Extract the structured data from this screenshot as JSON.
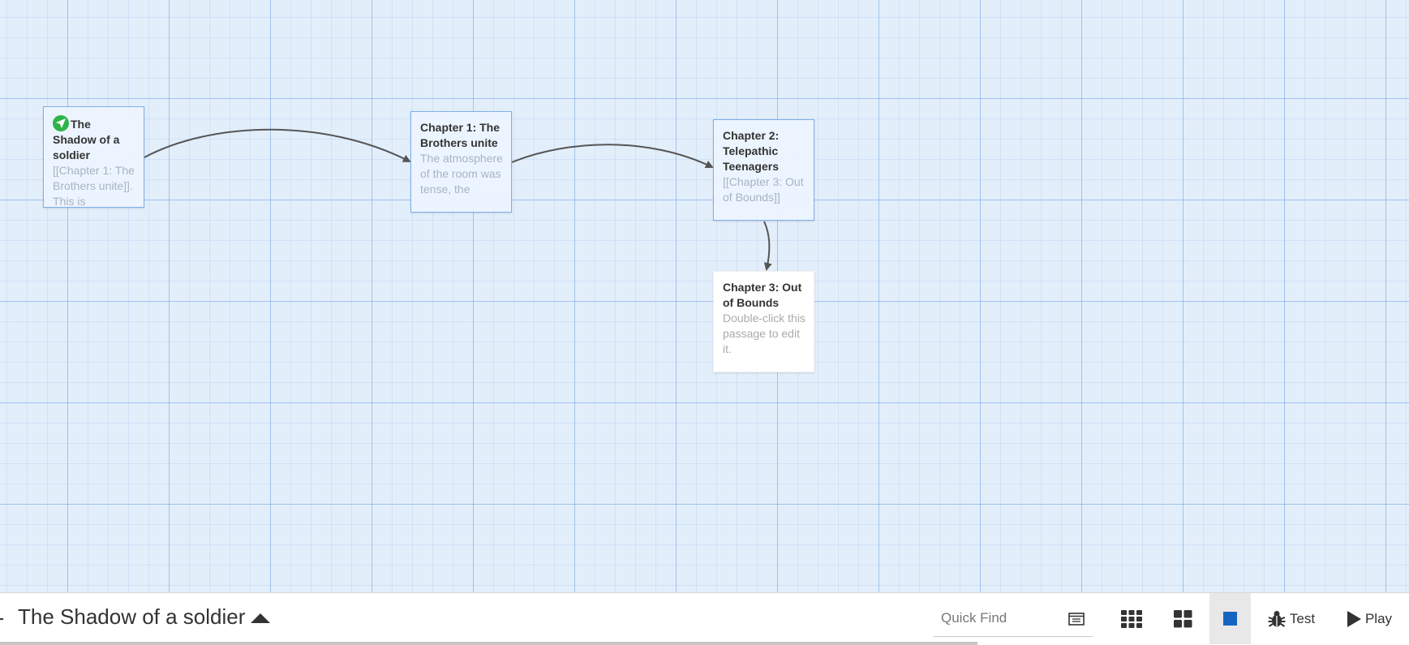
{
  "passages": [
    {
      "id": "p1",
      "title": "The Shadow of a soldier",
      "excerpt": "[[Chapter 1: The Brothers unite]]. This is",
      "is_start": true,
      "highlighted": true
    },
    {
      "id": "p2",
      "title": "Chapter 1: The Brothers unite",
      "excerpt": "The atmosphere of the room was tense, the",
      "is_start": false,
      "highlighted": true
    },
    {
      "id": "p3",
      "title": "Chapter 2: Telepathic Teenagers",
      "excerpt": "[[Chapter 3: Out of Bounds]]",
      "is_start": false,
      "highlighted": true
    },
    {
      "id": "p4",
      "title": "Chapter 3: Out of Bounds",
      "excerpt": "Double-click this passage to edit it.",
      "is_start": false,
      "highlighted": false
    }
  ],
  "links": [
    {
      "from": "p1",
      "to": "p2"
    },
    {
      "from": "p2",
      "to": "p3"
    },
    {
      "from": "p3",
      "to": "p4"
    }
  ],
  "toolbar": {
    "story_title": "The Shadow of a soldier",
    "quick_find_placeholder": "Quick Find",
    "test_label": "Test",
    "play_label": "Play",
    "active_zoom": "largest"
  },
  "colors": {
    "canvas_background": "#e3eefb",
    "passage_border": "#7fb0e6",
    "start_icon": "#2fb34b",
    "zoom_active_icon": "#1565c0",
    "link_stroke": "#555555"
  },
  "icons": {
    "start": "rocket-icon",
    "story_details": "story-details-icon",
    "zoom_small": "grid-9-icon",
    "zoom_medium": "grid-4-icon",
    "zoom_large": "square-icon",
    "test": "bug-icon",
    "play": "play-icon"
  }
}
